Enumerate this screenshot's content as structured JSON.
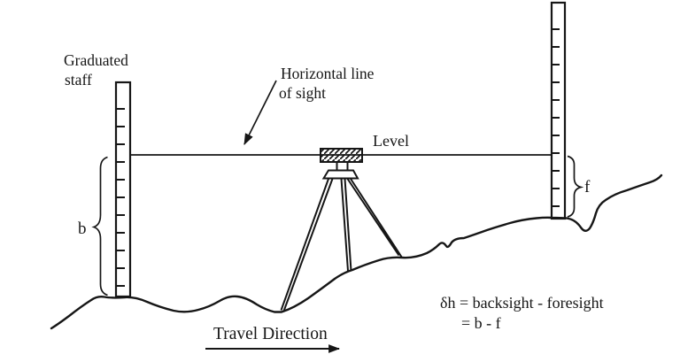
{
  "colors": {
    "background": "#ffffff",
    "ink": "#161616"
  },
  "figure": {
    "left_staff_label_line1": "Graduated",
    "left_staff_label_line2": "staff",
    "sight_label_line1": "Horizontal line",
    "sight_label_line2": "of sight",
    "instrument_label": "Level",
    "backsight_label": "b",
    "foresight_label": "f",
    "travel_label": "Travel Direction",
    "equation_line1": "δh = backsight - foresight",
    "equation_line2": "= b - f"
  },
  "staffs": {
    "left": {
      "graduations": 11
    },
    "right": {
      "graduations": 11
    }
  }
}
